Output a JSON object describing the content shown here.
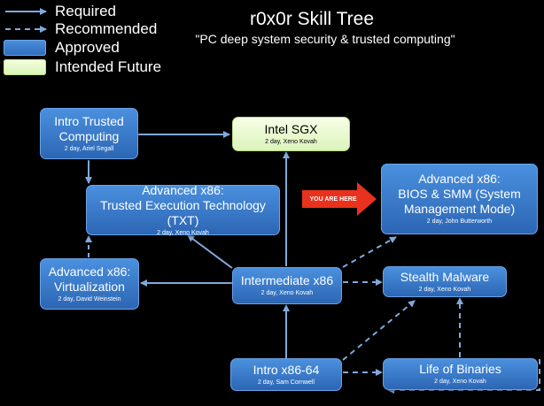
{
  "legend": {
    "required": "Required",
    "recommended": "Recommended",
    "approved": "Approved",
    "future": "Intended Future"
  },
  "title": "r0x0r Skill Tree",
  "subtitle": "\"PC deep system security & trusted computing\"",
  "marker": "YOU ARE HERE",
  "colors": {
    "approved": "#3a7bcc",
    "future": "#e6f8c9",
    "arrow": "#7fa9dc",
    "marker": "#e8321e"
  },
  "nodes": {
    "intro_tc": {
      "title": "Intro Trusted\nComputing",
      "sub": "2 day, Ariel Segall"
    },
    "sgx": {
      "title": "Intel SGX",
      "sub": "2 day, Xeno Kovah"
    },
    "txt": {
      "title": "Advanced x86:\nTrusted Execution Technology (TXT)",
      "sub": "2 day, Xeno Kovah"
    },
    "bios": {
      "title": "Advanced x86:\nBIOS & SMM (System\nManagement Mode)",
      "sub": "2 day, John Butterworth"
    },
    "virt": {
      "title": "Advanced x86:\nVirtualization",
      "sub": "2 day, David Weinstein"
    },
    "intermediate": {
      "title": "Intermediate x86",
      "sub": "2 day, Xeno Kovah"
    },
    "stealth": {
      "title": "Stealth Malware",
      "sub": "2 day, Xeno Kovah"
    },
    "intro64": {
      "title": "Intro x86-64",
      "sub": "2 day, Sam Cornwell"
    },
    "lob": {
      "title": "Life of Binaries",
      "sub": "2 day, Xeno Kovah"
    }
  },
  "edges": [
    {
      "from": "intro64",
      "to": "intermediate",
      "style": "required"
    },
    {
      "from": "intro64",
      "to": "lob",
      "style": "recommended"
    },
    {
      "from": "lob",
      "to": "stealth",
      "style": "recommended"
    },
    {
      "from": "intermediate",
      "to": "stealth",
      "style": "recommended"
    },
    {
      "from": "intermediate",
      "to": "bios",
      "style": "recommended"
    },
    {
      "from": "intermediate",
      "to": "sgx",
      "style": "required"
    },
    {
      "from": "intermediate",
      "to": "txt",
      "style": "required"
    },
    {
      "from": "intermediate",
      "to": "virt",
      "style": "required"
    },
    {
      "from": "intro_tc",
      "to": "txt",
      "style": "required"
    },
    {
      "from": "intro_tc",
      "to": "sgx",
      "style": "required"
    },
    {
      "from": "virt",
      "to": "txt",
      "style": "recommended"
    },
    {
      "from": "intro64",
      "to": "stealth",
      "style": "recommended"
    }
  ]
}
